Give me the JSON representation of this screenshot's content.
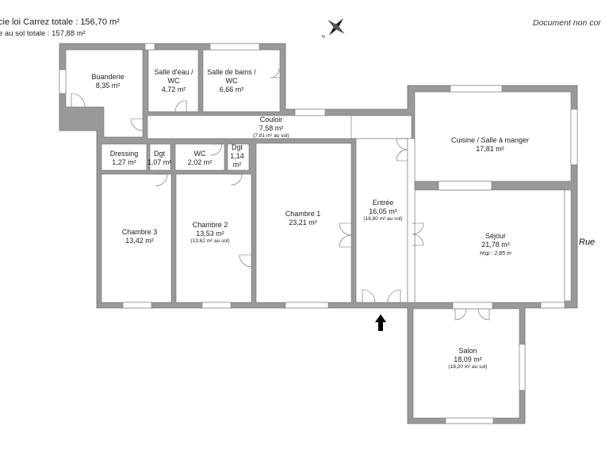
{
  "header": {
    "total_carrez": "cie loi Carrez totale :  156,70 m²",
    "total_sol": "e au sol totale :  157,88 m²",
    "disclaimer": "Document non cor"
  },
  "street_label": "Rue",
  "colors": {
    "wall": "#999999",
    "wall_edge": "#6f6f6f",
    "floor": "#ffffff",
    "window": "#d8d8d8",
    "arrow": "#000000"
  },
  "icons": [
    "compass-icon",
    "entrance-arrow-icon"
  ],
  "rooms": {
    "buanderie": {
      "name": "Buanderie",
      "area": "8,35 m²"
    },
    "salle_eau": {
      "name": "Salle d'eau /",
      "name2": "WC",
      "area": "4,72 m²"
    },
    "salle_bains": {
      "name": "Salle de bains /",
      "name2": "WC",
      "area": "6,66 m²"
    },
    "couloir": {
      "name": "Couloir",
      "area": "7,58 m²",
      "sol": "(7,81 m² au sol)"
    },
    "dressing": {
      "name": "Dressing",
      "area": "1,27 m²"
    },
    "dgt1": {
      "name": "Dgt",
      "area": "1,07 m²"
    },
    "wc": {
      "name": "WC",
      "area": "2,02 m²"
    },
    "dgt2": {
      "name": "Dgt",
      "area": "1,14",
      "area2": "m²"
    },
    "chambre3": {
      "name": "Chambre 3",
      "area": "13,42 m²"
    },
    "chambre2": {
      "name": "Chambre 2",
      "area": "13,53 m²",
      "sol": "(13,62 m² au sol)"
    },
    "chambre1": {
      "name": "Chambre 1",
      "area": "23,21 m²"
    },
    "entree": {
      "name": "Entrée",
      "area": "16,05 m²",
      "sol": "(16,80 m² au sol)"
    },
    "cuisine": {
      "name": "Cuisine / Salle à manger",
      "area": "17,81 m²"
    },
    "sejour": {
      "name": "Séjour",
      "area": "21,78 m²",
      "hsp": "Hsp : 2,85 m"
    },
    "salon": {
      "name": "Salon",
      "area": "18,09 m²",
      "sol": "(18,20 m² au sol)"
    }
  }
}
